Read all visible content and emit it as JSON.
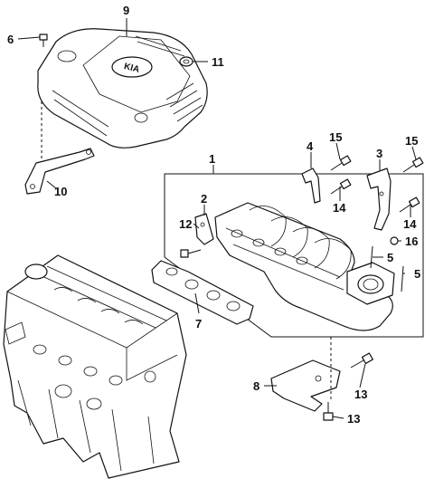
{
  "diagram": {
    "logo_text": "KIA",
    "callouts": {
      "c1": "1",
      "c2": "2",
      "c3": "3",
      "c4": "4",
      "c5a": "5",
      "c5b": "5",
      "c6": "6",
      "c7": "7",
      "c8": "8",
      "c9": "9",
      "c10": "10",
      "c11": "11",
      "c12": "12",
      "c13a": "13",
      "c13b": "13",
      "c14a": "14",
      "c14b": "14",
      "c15a": "15",
      "c15b": "15",
      "c16": "16"
    },
    "colors": {
      "line": "#111111",
      "background": "#ffffff"
    }
  }
}
